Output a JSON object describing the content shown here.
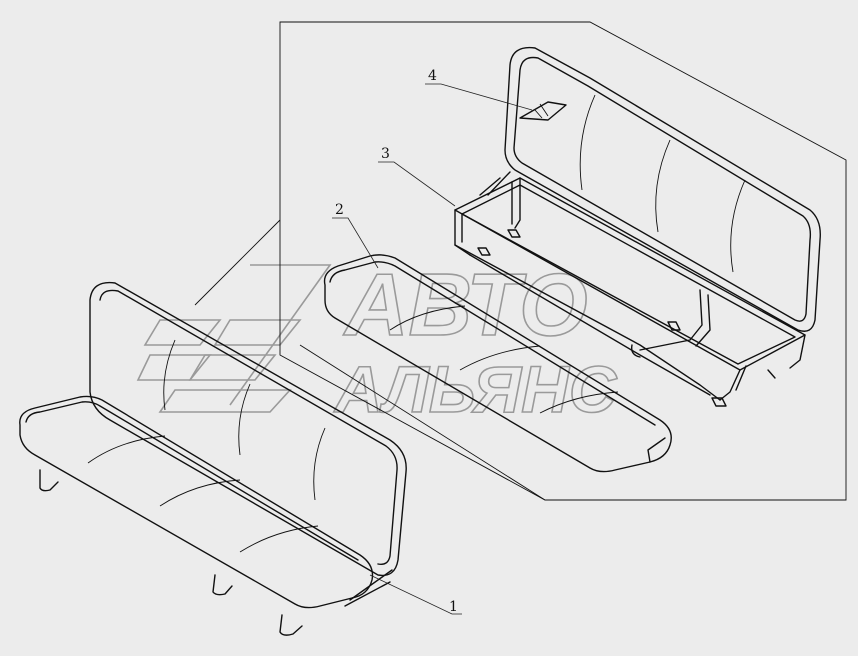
{
  "diagram": {
    "callouts": [
      {
        "id": "1",
        "label": "1"
      },
      {
        "id": "2",
        "label": "2"
      },
      {
        "id": "3",
        "label": "3"
      },
      {
        "id": "4",
        "label": "4"
      }
    ],
    "watermark": {
      "line1": "АВТО",
      "line2": "АЛЬЯНС"
    }
  }
}
